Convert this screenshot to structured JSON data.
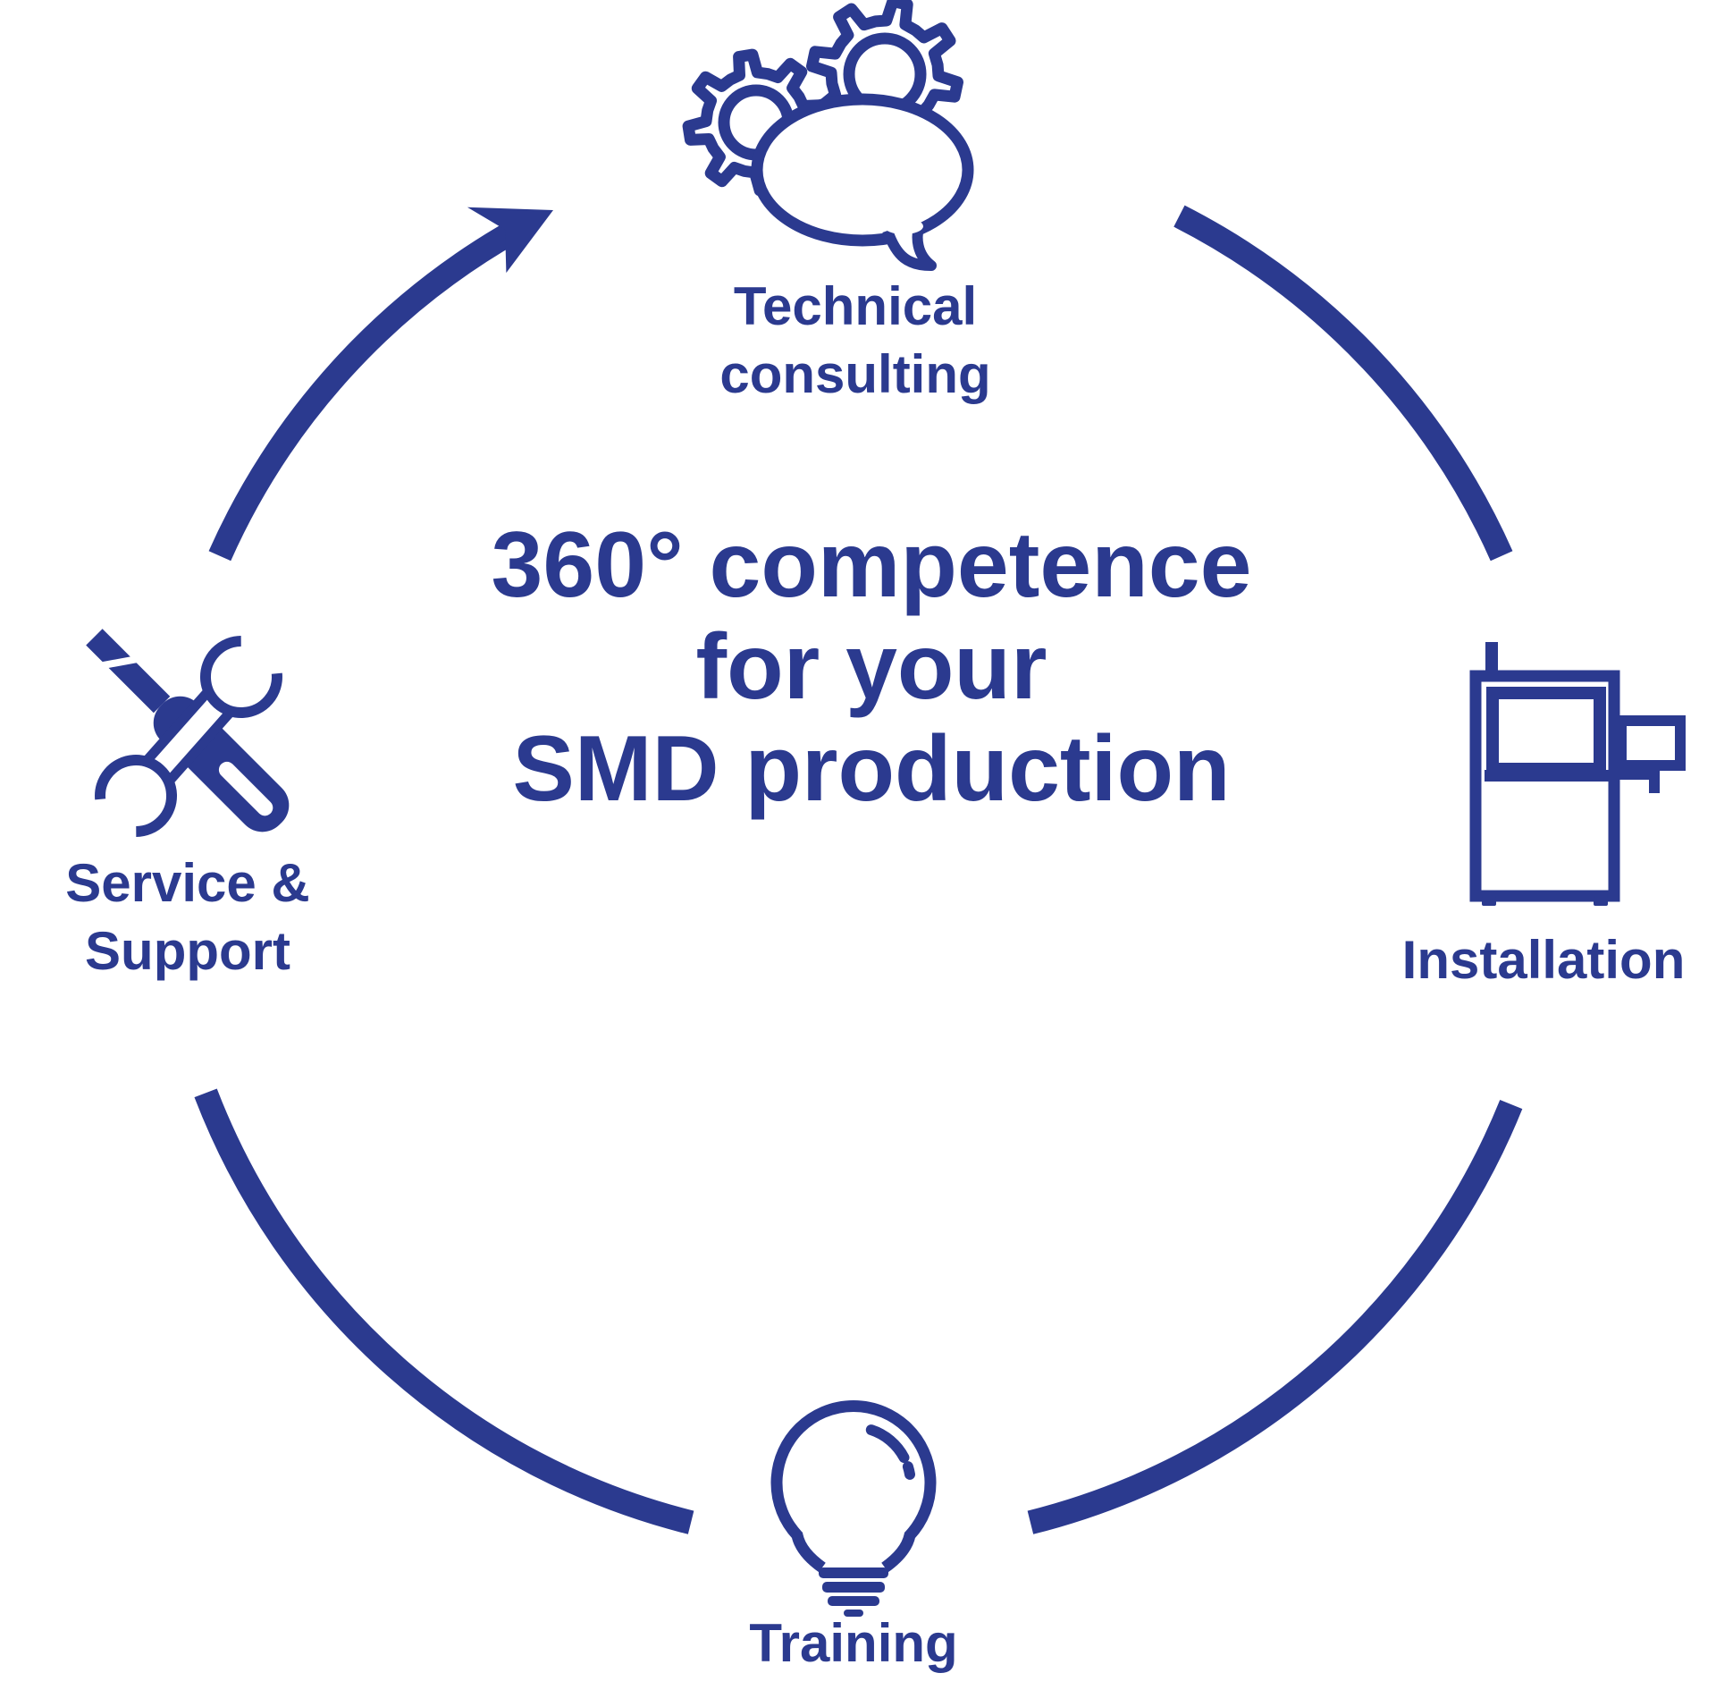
{
  "page": {
    "background": "#ffffff",
    "accent_blue": "#2B3A8F",
    "bubble_fill": "#ffffff"
  },
  "center_title": {
    "line1": "360° competence",
    "line2": "for your",
    "line3": "SMD production"
  },
  "nodes": {
    "technical_consulting": {
      "line1": "Technical",
      "line2": "consulting",
      "icon": "gears-speech-bubble-icon",
      "position": "top"
    },
    "installation": {
      "label": "Installation",
      "icon": "smd-machine-icon",
      "position": "right"
    },
    "training": {
      "label": "Training",
      "icon": "lightbulb-icon",
      "position": "bottom"
    },
    "service_support": {
      "line1": "Service &",
      "line2": "Support",
      "icon": "wrench-screwdriver-icon",
      "position": "left"
    }
  },
  "cycle": {
    "arrow": "clockwise-arrow",
    "segments": 4
  }
}
